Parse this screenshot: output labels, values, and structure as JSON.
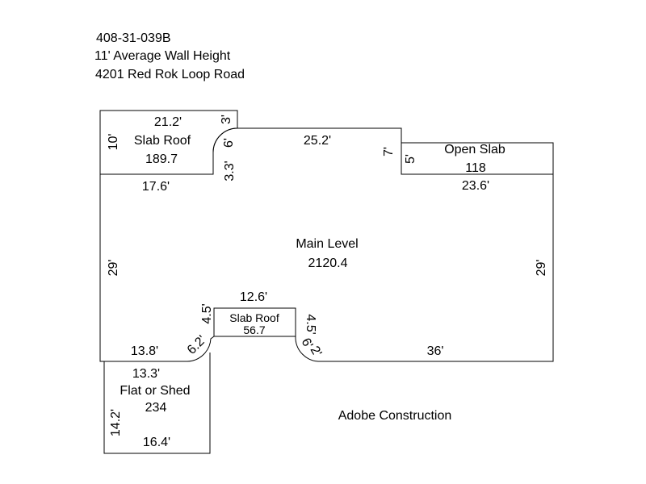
{
  "header": {
    "parcel": "408-31-039B",
    "wall_height": "11' Average Wall Height",
    "address": "4201 Red Rok Loop Road"
  },
  "areas": {
    "slab_roof_top": {
      "name": "Slab Roof",
      "area": "189.7"
    },
    "open_slab": {
      "name": "Open Slab",
      "area": "118"
    },
    "main_level": {
      "name": "Main Level",
      "area": "2120.4"
    },
    "slab_roof_mid": {
      "name": "Slab Roof",
      "area": "56.7"
    },
    "flat_or_shed": {
      "name": "Flat or Shed",
      "area": "234"
    }
  },
  "dimensions": {
    "d_21_2": "21.2'",
    "d_10": "10'",
    "d_3_top": "3'",
    "d_6_top": "6'",
    "d_3_3": "3.3'",
    "d_17_6": "17.6'",
    "d_25_2": "25.2'",
    "d_7": "7'",
    "d_5": "5'",
    "d_23_6": "23.6'",
    "d_29_left": "29'",
    "d_29_right": "29'",
    "d_12_6": "12.6'",
    "d_4_5_left": "4.5'",
    "d_4_5_right": "4.5'",
    "d_6_2": "6.2'",
    "d_6_right": "6'",
    "d_2_right": "2'",
    "d_13_8": "13.8'",
    "d_36": "36'",
    "d_13_3": "13.3'",
    "d_14_2": "14.2'",
    "d_16_4": "16.4'"
  },
  "footer": {
    "company": "Adobe Construction"
  }
}
